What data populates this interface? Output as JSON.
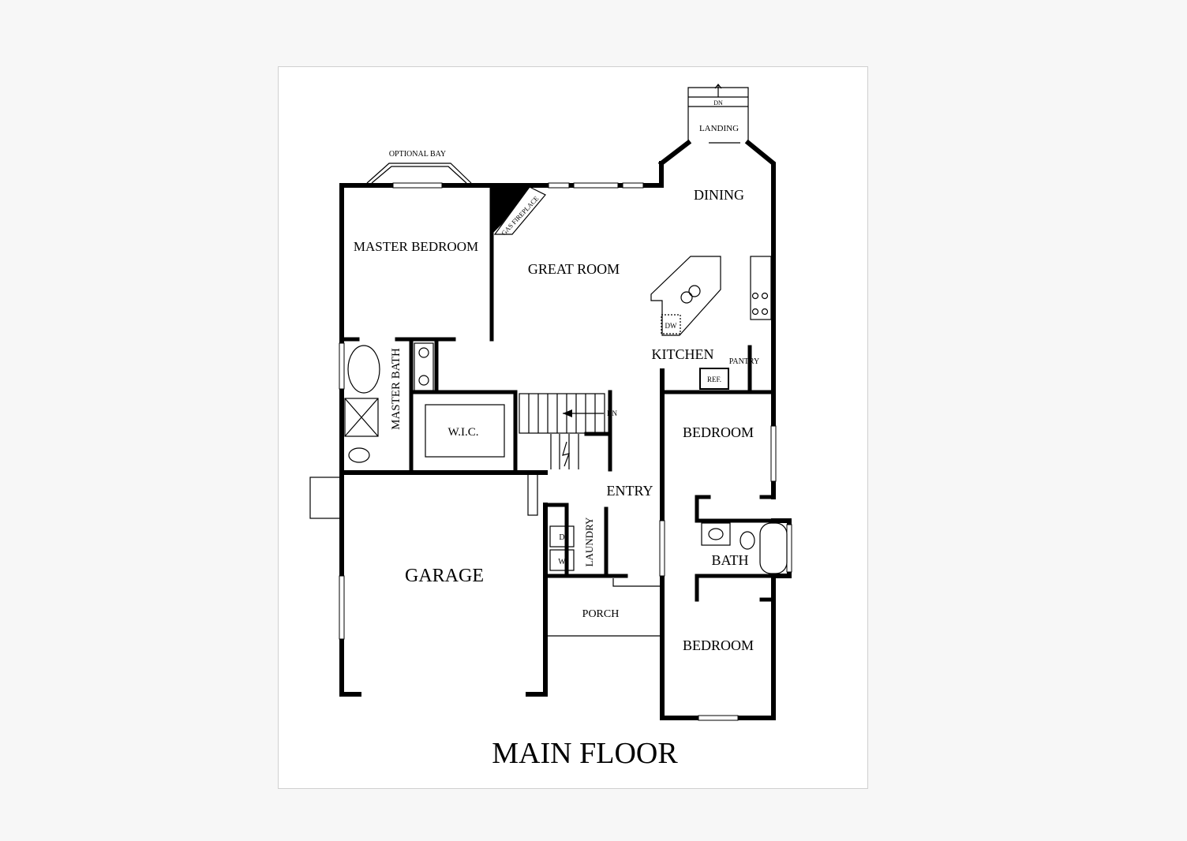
{
  "plan": {
    "title": "MAIN FLOOR",
    "rooms": {
      "master_bedroom": "MASTER BEDROOM",
      "great_room": "GREAT ROOM",
      "dining": "DINING",
      "landing": "LANDING",
      "kitchen": "KITCHEN",
      "pantry": "PANTRY",
      "master_bath": "MASTER BATH",
      "wic": "W.I.C.",
      "bedroom_1": "BEDROOM",
      "bedroom_2": "BEDROOM",
      "bath": "BATH",
      "entry": "ENTRY",
      "laundry": "LAUNDRY",
      "garage": "GARAGE",
      "porch": "PORCH"
    },
    "fixtures": {
      "optional_bay": "OPTIONAL BAY",
      "gas_fireplace": "GAS FIREPLACE",
      "dishwasher": "DW",
      "refrigerator": "REF.",
      "dryer": "D",
      "washer": "W",
      "stair_down": "DN",
      "landing_down": "DN"
    }
  },
  "colors": {
    "wall": "#000000",
    "paper": "#ffffff",
    "background": "#f7f7f7"
  }
}
